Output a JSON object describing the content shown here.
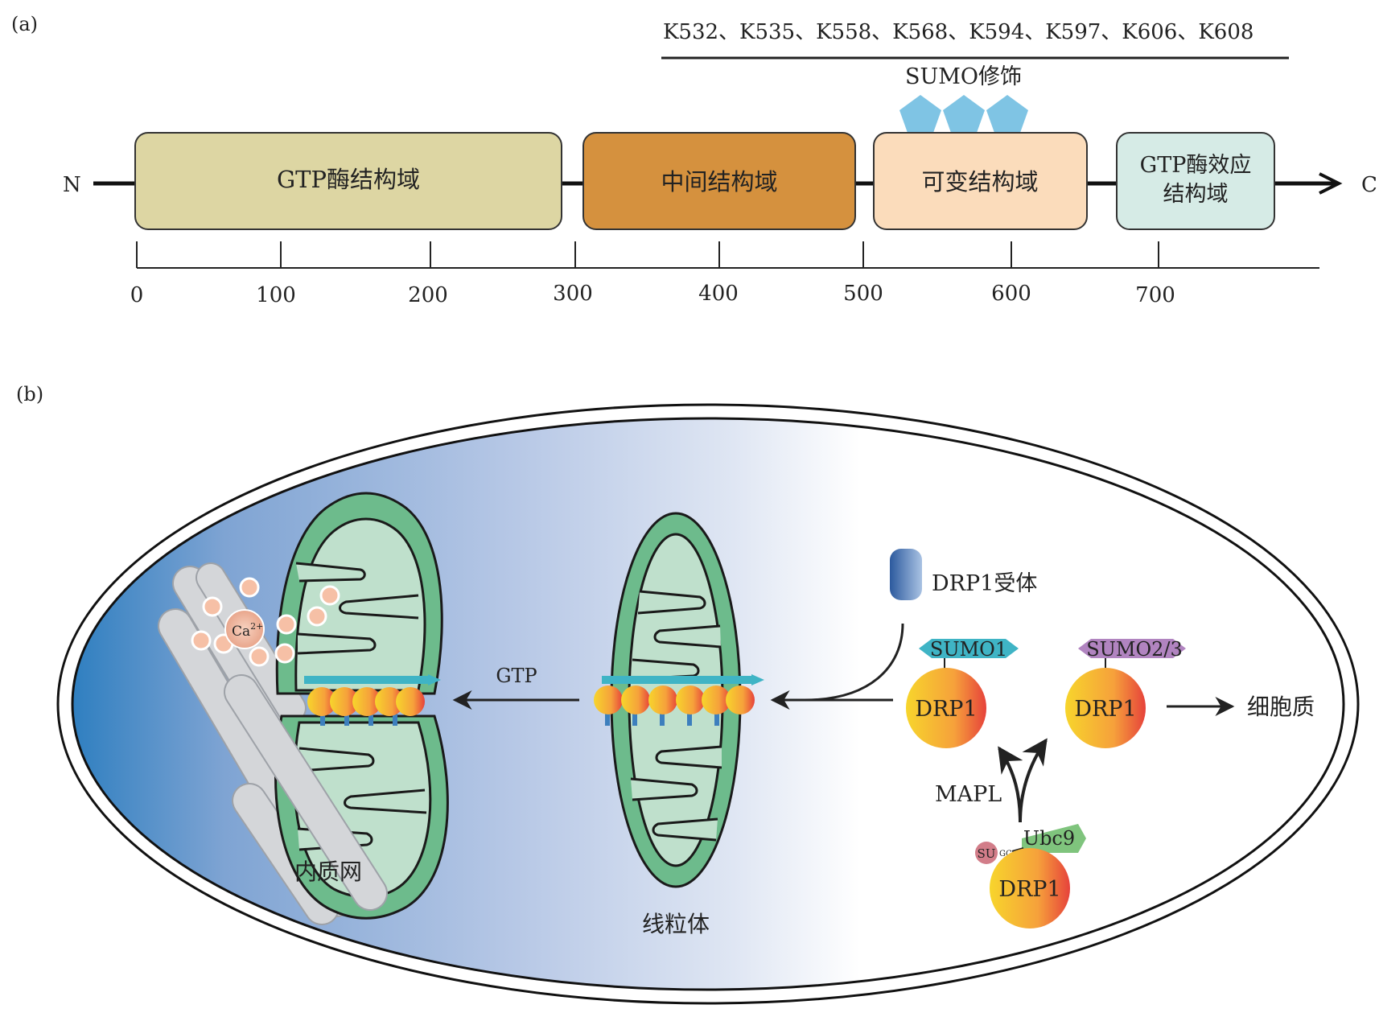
{
  "panel_a": {
    "label": "(a)",
    "n_terminal": "N",
    "c_terminal": "C",
    "lysine_sites": "K532、K535、K558、K568、K594、K597、K606、K608",
    "sumo_label": "SUMO修饰",
    "domains": [
      {
        "label": "GTP酶结构域",
        "color": "#ddd6a3",
        "start": 0,
        "end": 295
      },
      {
        "label": "中间结构域",
        "color": "#d5913e",
        "start": 310,
        "end": 495
      },
      {
        "label": "可变结构域",
        "color": "#fbdcbb",
        "start": 505,
        "end": 650
      },
      {
        "label_line1": "GTP酶效应",
        "label_line2": "结构域",
        "color": "#d6ebe6",
        "start": 665,
        "end": 775
      }
    ],
    "ticks": [
      "0",
      "100",
      "200",
      "300",
      "400",
      "500",
      "600",
      "700"
    ],
    "pentagon_color": "#7fc4e4"
  },
  "panel_b": {
    "label": "(b)",
    "er_label": "内质网",
    "calcium_label": "Ca",
    "calcium_sup": "2+",
    "gtp_label": "GTP",
    "mito_label": "线粒体",
    "receptor_label": "DRP1受体",
    "sumo1_label": "SUMO1",
    "sumo23_label": "SUMO2/3",
    "drp1_label": "DRP1",
    "cytoplasm_label": "细胞质",
    "mapl_label": "MAPL",
    "ubc9_label": "Ubc9",
    "su_label": "SU",
    "gg_label": "GG",
    "colors": {
      "cell_gradient_start": "#2f7fc0",
      "mito_outer": "#6dbb8c",
      "mito_inner": "#bfe0cc",
      "sumo1": "#3fb4c5",
      "sumo23": "#b184c0",
      "ubc9": "#7fc47d",
      "su": "#d27d89",
      "calcium": "#f6c0a6"
    }
  }
}
